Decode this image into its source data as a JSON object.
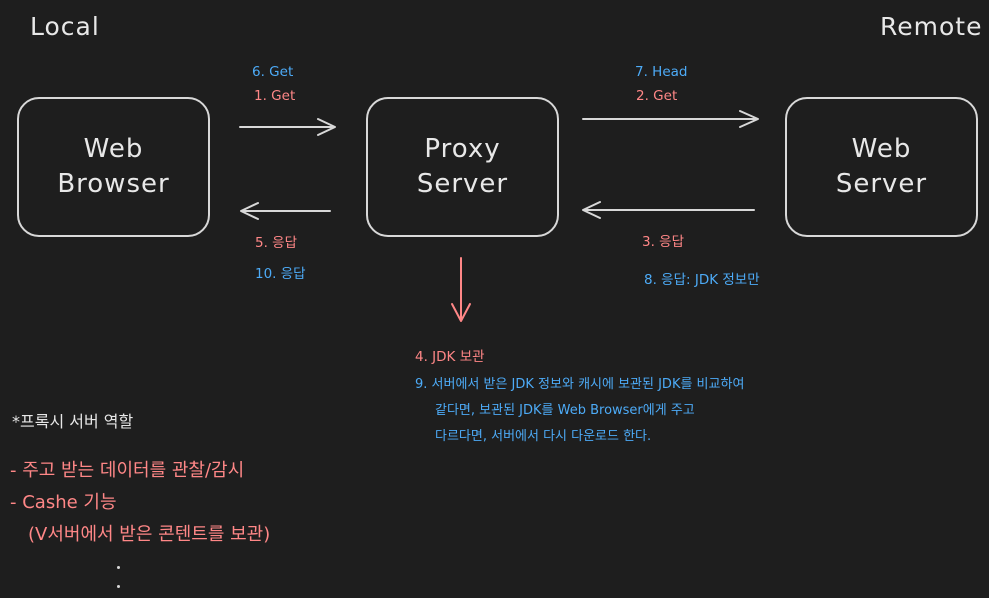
{
  "corners": {
    "local": "Local",
    "remote": "Remote"
  },
  "nodes": {
    "web_browser": "Web\nBrowser",
    "proxy_server": "Proxy\nServer",
    "web_server": "Web\nServer"
  },
  "edge_labels": {
    "browser_to_proxy": [
      "6. Get",
      "1. Get"
    ],
    "proxy_to_server": [
      "7. Head",
      "2. Get"
    ],
    "proxy_to_browser": [
      "5. 응답",
      "10. 응답"
    ],
    "server_to_proxy": [
      "3. 응답",
      "8. 응답: JDK 정보만"
    ],
    "proxy_down": "4. JDK  보관"
  },
  "note_9": [
    "9. 서버에서 받은 JDK 정보와 캐시에 보관된 JDK를 비교하여",
    "같다면, 보관된 JDK를 Web Browser에게 주고",
    "다르다면, 서버에서 다시 다운로드 한다."
  ],
  "proxy_roles": {
    "title": "*프록시 서버 역할",
    "items": [
      "- 주고 받는 데이터를 관찰/감시",
      "- Cashe 기능",
      "(V서버에서 받은 콘텐트를 보관)"
    ]
  },
  "colors": {
    "red": "#ff8787",
    "blue": "#4dabf7",
    "stroke": "#d8d8d8",
    "background": "#1e1e1e"
  }
}
